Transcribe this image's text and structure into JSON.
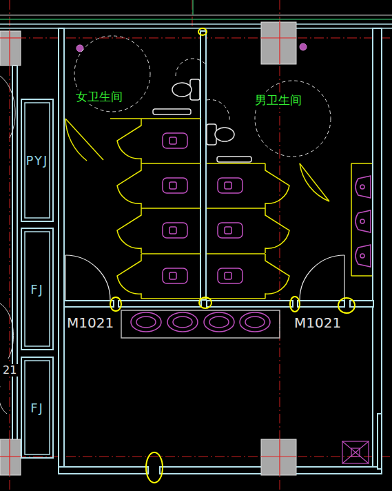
{
  "diagram": {
    "nodes": [
      {
        "text": [
          "PYJ"
        ]
      },
      {
        "text": [
          "FJ"
        ]
      },
      {
        "text": [
          "FJ"
        ]
      }
    ],
    "labels": [
      "女卫生间",
      "男卫生间",
      "M1021",
      "M1021",
      "21"
    ]
  }
}
